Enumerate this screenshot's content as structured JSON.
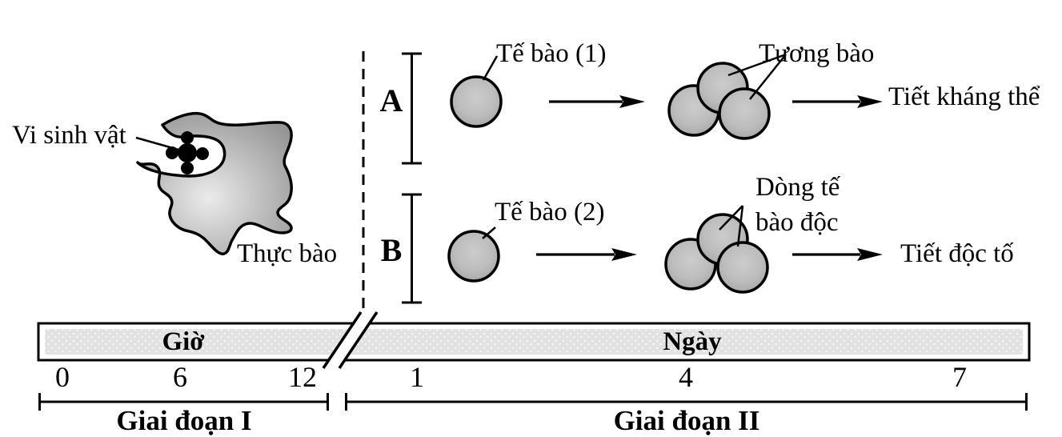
{
  "phagocytosis": {
    "microbe_label": "Vi sinh vật",
    "phagocyte_label": "Thực bào"
  },
  "pathway_a": {
    "bracket_label": "A",
    "cell_label": "Tế bào (1)",
    "result_cells_label": "Tương bào",
    "secretion_label": "Tiết kháng thể"
  },
  "pathway_b": {
    "bracket_label": "B",
    "cell_label": "Tế bào (2)",
    "result_cells_label_line1": "Dòng tế",
    "result_cells_label_line2": "bào độc",
    "secretion_label": "Tiết độc tố"
  },
  "timeline": {
    "hours_unit": "Giờ",
    "hours_ticks": [
      "0",
      "6",
      "12"
    ],
    "days_unit": "Ngày",
    "days_ticks": [
      "1",
      "4",
      "7"
    ],
    "stage1": "Giai đoạn I",
    "stage2": "Giai đoạn II"
  },
  "colors": {
    "outline": "#000000",
    "cell_fill": "#b8b8b8",
    "band_fill": "#e2e2e2"
  }
}
